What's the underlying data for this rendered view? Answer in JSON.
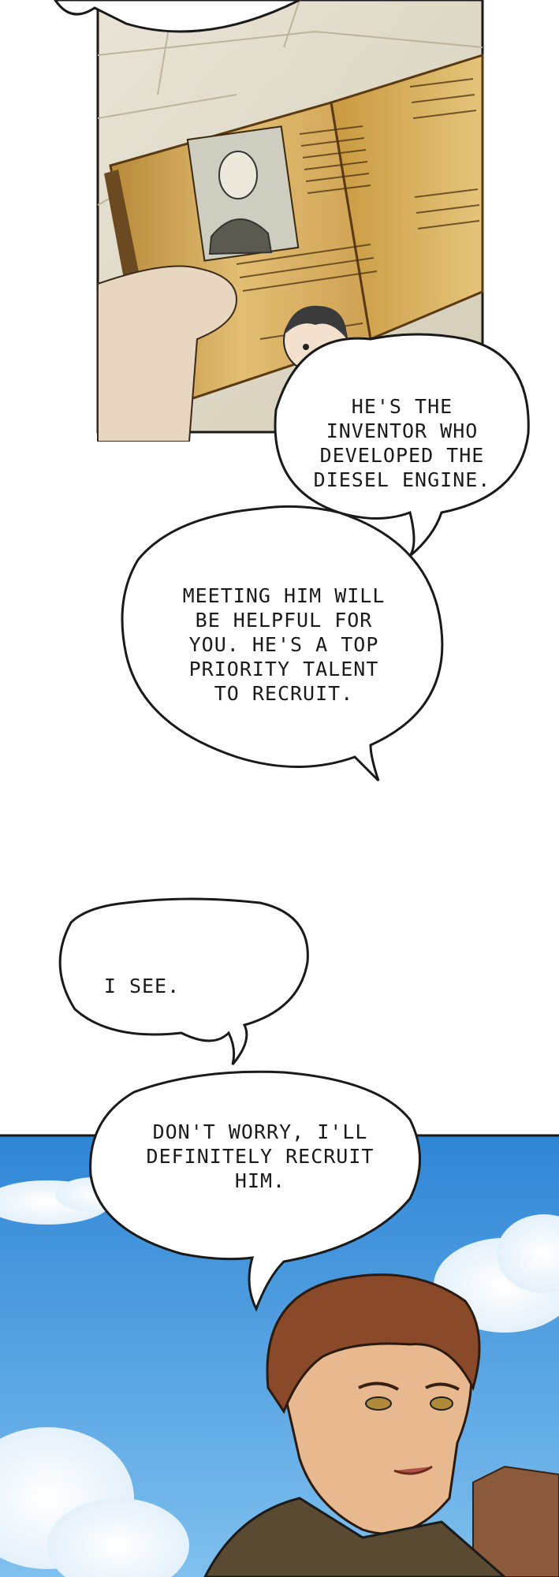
{
  "panel_top": {
    "scene": "open-book-with-portrait"
  },
  "dialogues": [
    {
      "id": "inventor",
      "text": "HE'S THE\nINVENTOR WHO\nDEVELOPED THE\nDIESEL ENGINE."
    },
    {
      "id": "meeting",
      "text": "MEETING HIM WILL\nBE HELPFUL FOR\nYOU. HE'S A TOP\nPRIORITY TALENT\nTO RECRUIT."
    },
    {
      "id": "isee",
      "text": "I SEE."
    },
    {
      "id": "dont-worry",
      "text": "DON'T WORRY, I'LL\nDEFINITELY RECRUIT\nHIM."
    }
  ],
  "colors": {
    "sky": "#2f86d6",
    "sky_light": "#7fc0ee",
    "book_page": "#d9b46a",
    "hair": "#8a4a2a",
    "skin": "#e8b98f"
  }
}
